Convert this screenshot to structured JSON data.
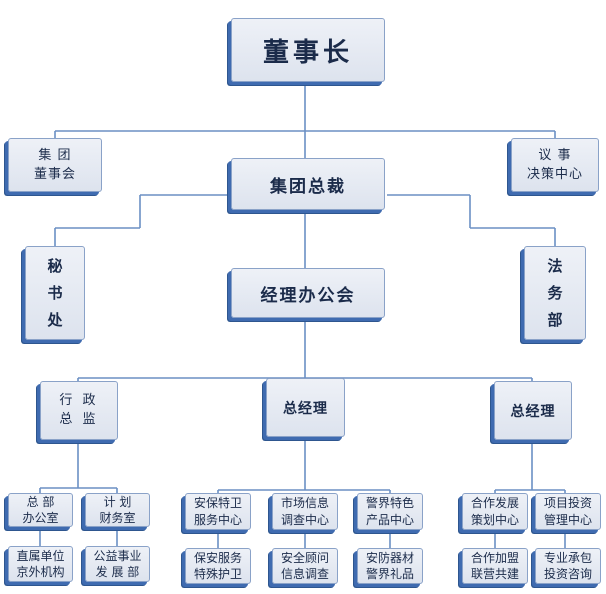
{
  "chairman": "董事长",
  "group_board": "集  团\n董事会",
  "decision_center": "议  事\n决策中心",
  "ceo": "集团总裁",
  "secretary": "秘\n书\n处",
  "legal": "法\n务\n部",
  "office": "经理办公会",
  "admin_director": "行   政\n总   监",
  "gm_1": "总经理",
  "gm_2": "总经理",
  "general_office": "总  部\n办公室",
  "planning_finance": "计  划\n财务室",
  "direct_units": "直属单位\n京外机构",
  "public_affairs": "公益事业\n发 展 部",
  "security_service_center": "安保特卫\n服务中心",
  "market_research_center": "市场信息\n调查中心",
  "police_products_center": "警界特色\n产品中心",
  "security_guard": "保安服务\n特殊护卫",
  "security_consulting": "安全顾问\n信息调查",
  "security_equipment": "安防器材\n警界礼品",
  "partnership_planning": "合作发展\n策划中心",
  "project_investment": "项目投资\n管理中心",
  "franchise": "合作加盟\n联营共建",
  "contracting": "专业承包\n投资咨询"
}
